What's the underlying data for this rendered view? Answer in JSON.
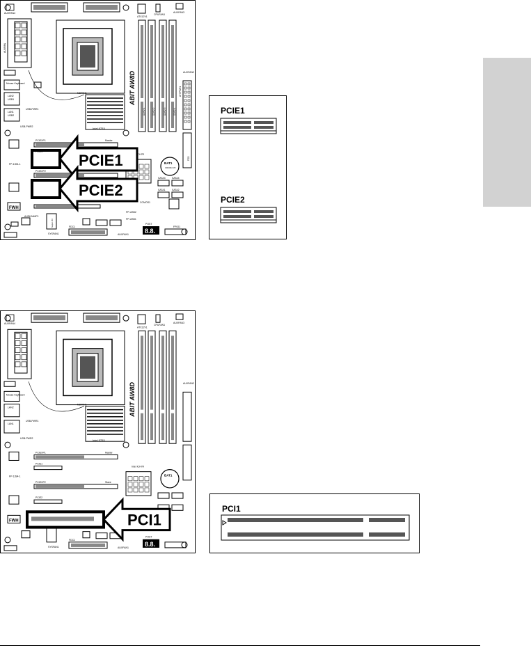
{
  "figure1": {
    "board_labels": {
      "auxfan4": "AUXFAN4",
      "cpufan1": "CPUFAN1",
      "atx12v1": "ATX12V1",
      "auxfan3": "AUXFAN3",
      "auxfan2": "AUXFAN2",
      "sysfan1": "SYSFAN1",
      "nbfan1": "NBFAN1",
      "usb_pwr1": "USB-PWR1",
      "usb_pwr2": "USB-PWR2",
      "lan2": "LAN2",
      "lan1": "LAN1",
      "usb1": "USB1",
      "usb2": "USB2",
      "mouse_kbd": "Mouse Keyboard",
      "intel_975x": "Intel 975X",
      "intel_ich7r": "Intel ICH7R",
      "brand": "ABIT AW8D",
      "pciexp1": "PCIEXP1",
      "pcie1": "PCIE1",
      "pciexp2": "PCIEXP2",
      "pcie2": "PCIE2",
      "pci1": "PCI1",
      "master": "Master",
      "slave": "Slave",
      "fp1394": "FP-1394-1",
      "fwh": "FWH",
      "audioamp1": "AUDIOAMP1",
      "super_io": "Super I/O",
      "fdc1": "FDC1",
      "sata1": "SATA1",
      "sata2": "SATA2",
      "sata3": "SATA3",
      "sata4": "SATA4",
      "bat1": "BAT1",
      "cr2032": "CR2032 3V",
      "ccmos1": "CCMOS1",
      "fp_usb2": "FP-USB2",
      "fp_usb1": "FP-USB1",
      "post": "POST",
      "post_digits": "8.8.",
      "auxfan1": "AUXFAN1",
      "atxpwr1": "ATXPWR1",
      "ddr2_1": "DDR2 1",
      "ddr2_2": "DDR2 2",
      "ddr2_3": "DDR2 3",
      "ddr2_4": "DDR2 4",
      "fpio1": "FPIO1",
      "fdd": "FDD",
      "auxfan": "AUXFAN"
    },
    "callouts": [
      "PCIE1",
      "PCIE2"
    ],
    "detail_titles": [
      "PCIE1",
      "PCIE2"
    ]
  },
  "figure2": {
    "callouts": [
      "PCI1"
    ],
    "detail_titles": [
      "PCI1"
    ]
  }
}
